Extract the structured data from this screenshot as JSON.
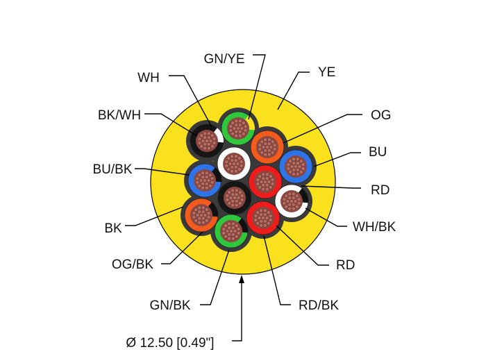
{
  "diagram": {
    "jacket_color": "#f9e11e",
    "filler_color": "#3a3a3a",
    "copper_color": "#b46e63",
    "diameter_label": "Ø 12.50 [0.49\"]",
    "conductors": [
      {
        "id": "gn-ye",
        "label": "GN/YE",
        "color": "#2fc73b",
        "stripe": "#f9e11e"
      },
      {
        "id": "ye",
        "label": "YE",
        "color": "#f9e11e"
      },
      {
        "id": "og",
        "label": "OG",
        "color": "#f35b1c"
      },
      {
        "id": "bu",
        "label": "BU",
        "color": "#2f73e8"
      },
      {
        "id": "rd-center",
        "label": "RD",
        "color": "#ef1c1c"
      },
      {
        "id": "wh-bk",
        "label": "WH/BK",
        "color": "#ffffff",
        "stripe": "#111111"
      },
      {
        "id": "rd",
        "label": "RD",
        "color": "#ef1c1c"
      },
      {
        "id": "rd-bk",
        "label": "RD/BK",
        "color": "#ef1c1c",
        "stripe": "#111111"
      },
      {
        "id": "gn-bk",
        "label": "GN/BK",
        "color": "#2fc73b",
        "stripe": "#111111"
      },
      {
        "id": "og-bk",
        "label": "OG/BK",
        "color": "#f35b1c",
        "stripe": "#111111"
      },
      {
        "id": "bk",
        "label": "BK",
        "color": "#151515"
      },
      {
        "id": "bu-bk",
        "label": "BU/BK",
        "color": "#2f73e8",
        "stripe": "#111111"
      },
      {
        "id": "bk-wh",
        "label": "BK/WH",
        "color": "#151515",
        "stripe": "#ffffff"
      },
      {
        "id": "wh",
        "label": "WH",
        "color": "#ffffff"
      }
    ]
  }
}
